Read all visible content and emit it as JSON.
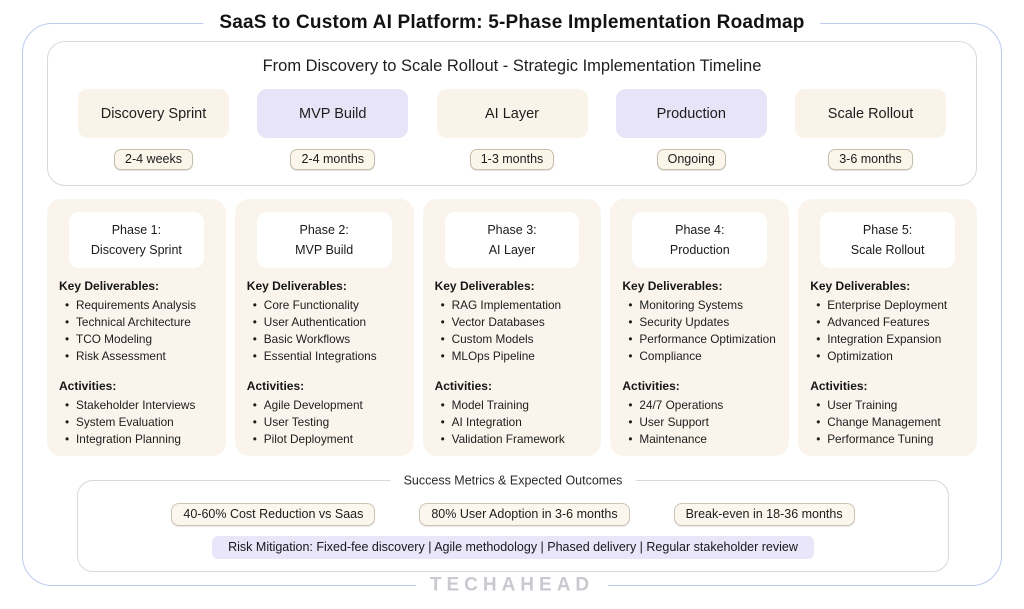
{
  "page": {
    "title": "SaaS to Custom AI Platform: 5-Phase Implementation Roadmap",
    "brand": "TECHAHEAD"
  },
  "timeline": {
    "subtitle": "From Discovery to Scale Rollout - Strategic Implementation Timeline",
    "phases": [
      {
        "name": "Discovery Sprint",
        "duration": "2-4 weeks"
      },
      {
        "name": "MVP Build",
        "duration": "2-4 months"
      },
      {
        "name": "AI Layer",
        "duration": "1-3 months"
      },
      {
        "name": "Production",
        "duration": "Ongoing"
      },
      {
        "name": "Scale Rollout",
        "duration": "3-6 months"
      }
    ]
  },
  "labels": {
    "deliverables": "Key Deliverables:",
    "activities": "Activities:"
  },
  "phase_details": [
    {
      "header_line1": "Phase 1:",
      "header_line2": "Discovery Sprint",
      "deliverables": [
        "Requirements Analysis",
        "Technical Architecture",
        "TCO Modeling",
        "Risk Assessment"
      ],
      "activities": [
        "Stakeholder Interviews",
        "System Evaluation",
        "Integration Planning"
      ]
    },
    {
      "header_line1": "Phase 2:",
      "header_line2": "MVP Build",
      "deliverables": [
        "Core Functionality",
        "User Authentication",
        "Basic Workflows",
        "Essential Integrations"
      ],
      "activities": [
        "Agile Development",
        "User Testing",
        "Pilot Deployment"
      ]
    },
    {
      "header_line1": "Phase 3:",
      "header_line2": "AI Layer",
      "deliverables": [
        "RAG Implementation",
        "Vector Databases",
        "Custom Models",
        "MLOps Pipeline"
      ],
      "activities": [
        "Model Training",
        "AI Integration",
        "Validation Framework"
      ]
    },
    {
      "header_line1": "Phase 4:",
      "header_line2": "Production",
      "deliverables": [
        "Monitoring Systems",
        "Security Updates",
        "Performance Optimization",
        "Compliance"
      ],
      "activities": [
        "24/7 Operations",
        "User Support",
        "Maintenance"
      ]
    },
    {
      "header_line1": "Phase 5:",
      "header_line2": "Scale Rollout",
      "deliverables": [
        "Enterprise Deployment",
        "Advanced Features",
        "Integration Expansion",
        "Optimization"
      ],
      "activities": [
        "User Training",
        "Change Management",
        "Performance Tuning"
      ]
    }
  ],
  "metrics": {
    "title": "Success Metrics & Expected Outcomes",
    "badges": [
      "40-60% Cost Reduction vs Saas",
      "80% User Adoption in 3-6 months",
      "Break-even in 18-36 months"
    ],
    "risk_note": "Risk Mitigation: Fixed-fee discovery | Agile methodology | Phased delivery | Regular stakeholder review"
  },
  "colors": {
    "cream": "#FAF3EA",
    "lavender": "#E8E4F8",
    "outer_border": "#BCCDEC",
    "inner_border": "#D9D9D9",
    "badge_border": "#C6BFAE",
    "risk_pill_bg": "#EAE6F9",
    "text": "#1C1C1C",
    "logo_gray": "#C9C9CF"
  }
}
